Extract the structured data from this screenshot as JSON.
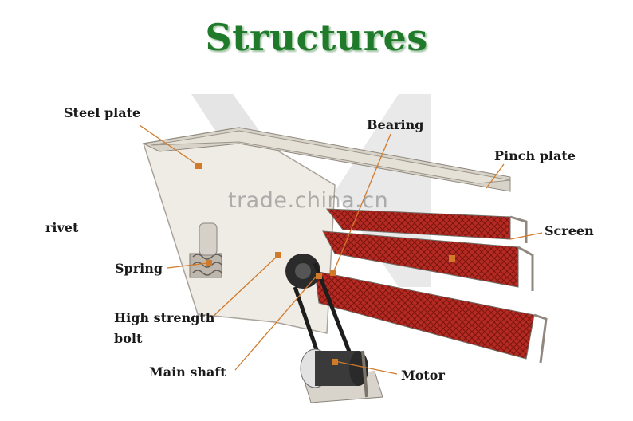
{
  "title": "Structures",
  "labels": {
    "steel_plate": "Steel plate",
    "bearing": "Bearing",
    "pinch_plate": "Pinch plate",
    "rivet": "rivet",
    "screen": "Screen",
    "spring": "Spring",
    "high_strength_bolt_line1": "High strength",
    "high_strength_bolt_line2": "bolt",
    "main_shaft": "Main shaft",
    "motor": "Motor"
  },
  "watermark": "trade.china.cn",
  "colors": {
    "title": "#1f7a2a",
    "leader_line": "#d07a2a",
    "screen_mesh": "#a8251e",
    "frame": "#b9b3aa"
  }
}
